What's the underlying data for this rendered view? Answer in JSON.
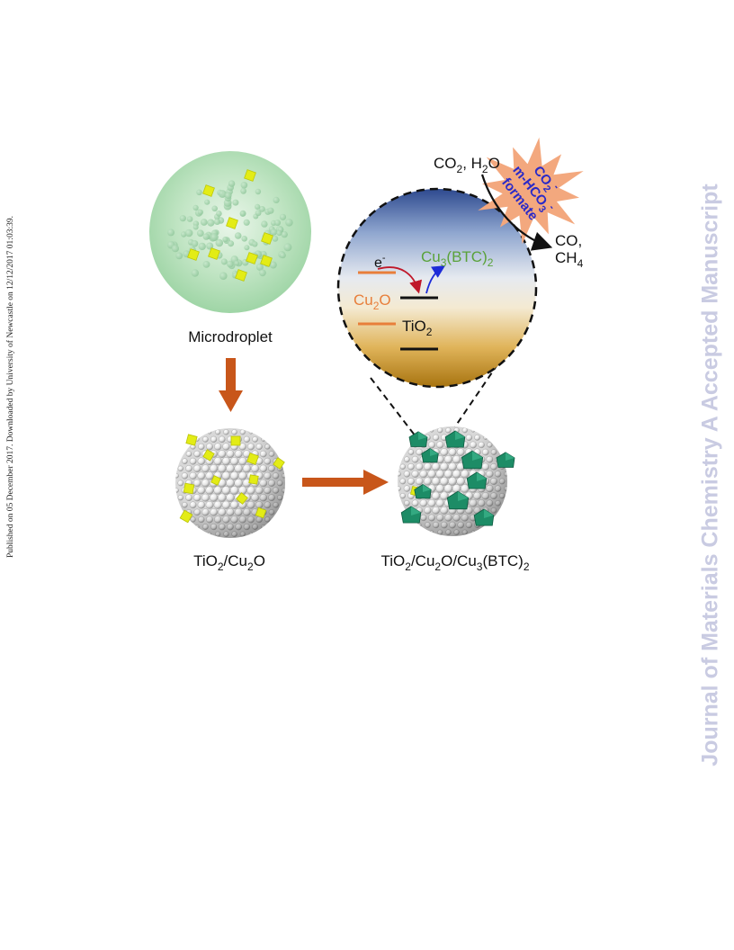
{
  "side_note": "Published on 05 December 2017. Downloaded by University of Newcastle on 12/12/2017 01:03:39.",
  "watermark": "Journal of Materials Chemistry A Accepted Manuscript",
  "labels": {
    "microdroplet": "Microdroplet",
    "tio2_cu2o_a": "TiO",
    "tio2_cu2o_sub1": "2",
    "tio2_cu2o_b": "/Cu",
    "tio2_cu2o_sub2": "2",
    "tio2_cu2o_c": "O",
    "full_a": "TiO",
    "full_sub1": "2",
    "full_b": "/Cu",
    "full_sub2": "2",
    "full_c": "O/Cu",
    "full_sub3": "3",
    "full_d": "(BTC)",
    "full_sub4": "2"
  },
  "inset": {
    "electron": "e",
    "electron_sup": "-",
    "cu3btc2_a": "Cu",
    "cu3btc2_sub": "3",
    "cu3btc2_b": "(BTC)",
    "cu3btc2_sub2": "2",
    "cu2o_a": "Cu",
    "cu2o_sub": "2",
    "cu2o_b": "O",
    "tio2_a": "TiO",
    "tio2_sub": "2"
  },
  "reaction": {
    "reactants_a": "CO",
    "reactants_sub1": "2",
    "reactants_b": ", H",
    "reactants_sub2": "2",
    "reactants_c": "O",
    "product_line1": "CO,",
    "product_line2_a": "CH",
    "product_line2_sub": "4",
    "intermediate1_a": "CO",
    "intermediate1_sub": "2",
    "intermediate1_sup": "-",
    "intermediate2_a": "m-HCO",
    "intermediate2_sub": "3",
    "intermediate2_sup": "-",
    "intermediate3": "formate"
  },
  "colors": {
    "arrow": "#c8561a",
    "cu2o": "#e87e3a",
    "cu3btc2": "#5aa23a",
    "intermediates": "#2a2ac8",
    "star": "#f3a87e",
    "yellow_cube": "#e3ec16",
    "green_crystal": "#1d8c66"
  }
}
